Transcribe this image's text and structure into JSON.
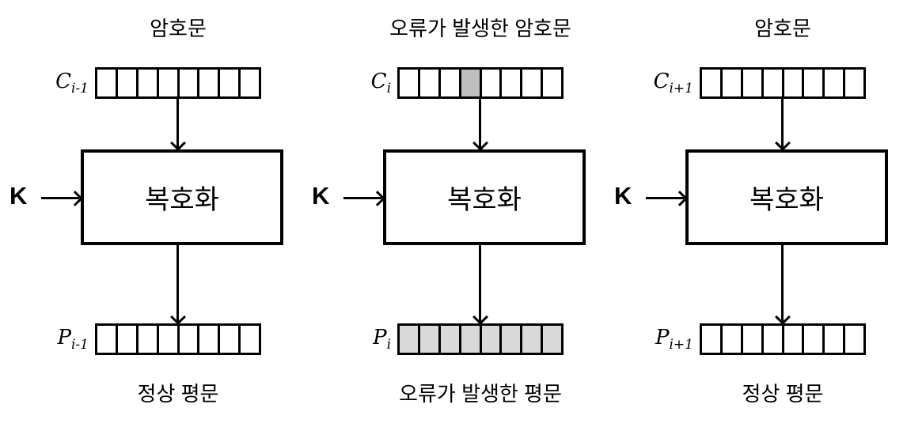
{
  "diagram": {
    "description_names": {
      "type": "block-cipher-decryption-error-propagation"
    },
    "colors": {
      "stroke": "#000000",
      "background": "#ffffff",
      "error_cell": "#bfbfbf",
      "error_block": "#d9d9d9"
    },
    "columns": [
      {
        "top_label": "암호문",
        "key_label": "K",
        "box_label": "복호화",
        "cipher_register": {
          "var": "C",
          "sub": "i-1",
          "cells": 8,
          "shaded_cells": [],
          "shade_color": "#bfbfbf"
        },
        "plain_register": {
          "var": "P",
          "sub": "i-1",
          "cells": 8,
          "shaded_cells": [],
          "shade_color": "#d9d9d9"
        },
        "bottom_label": "정상 평문"
      },
      {
        "top_label": "오류가 발생한 암호문",
        "key_label": "K",
        "box_label": "복호화",
        "cipher_register": {
          "var": "C",
          "sub": "i",
          "cells": 8,
          "shaded_cells": [
            3
          ],
          "shade_color": "#bfbfbf"
        },
        "plain_register": {
          "var": "P",
          "sub": "i",
          "cells": 8,
          "shaded_cells": [
            0,
            1,
            2,
            3,
            4,
            5,
            6,
            7
          ],
          "shade_color": "#d9d9d9"
        },
        "bottom_label": "오류가 발생한 평문"
      },
      {
        "top_label": "암호문",
        "key_label": "K",
        "box_label": "복호화",
        "cipher_register": {
          "var": "C",
          "sub": "i+1",
          "cells": 8,
          "shaded_cells": [],
          "shade_color": "#bfbfbf"
        },
        "plain_register": {
          "var": "P",
          "sub": "i+1",
          "cells": 8,
          "shaded_cells": [],
          "shade_color": "#d9d9d9"
        },
        "bottom_label": "정상 평문"
      }
    ]
  }
}
